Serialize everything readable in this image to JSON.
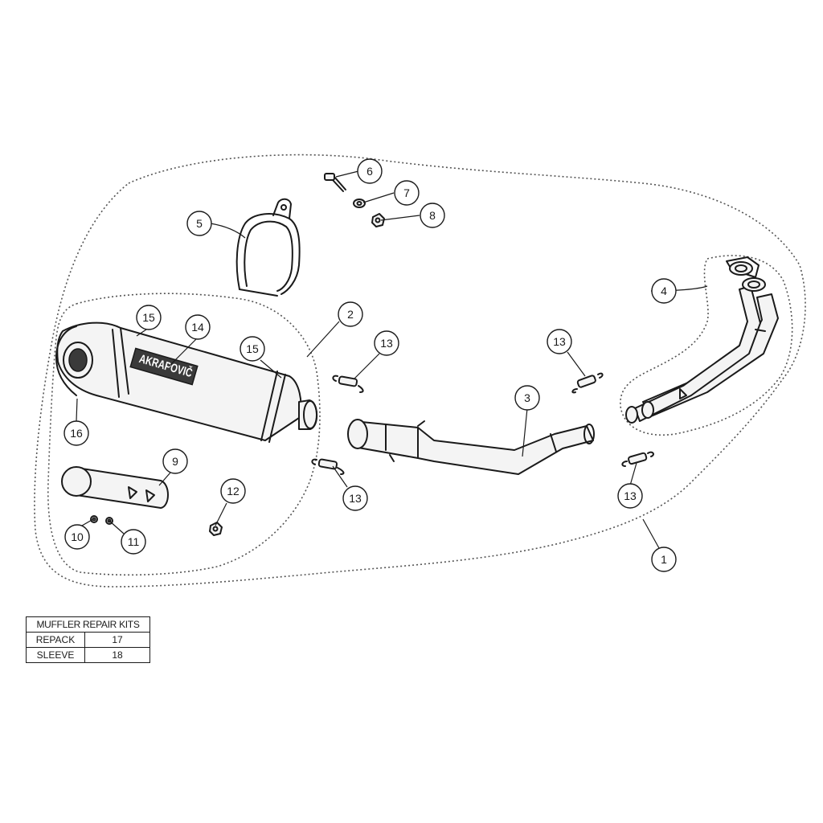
{
  "callouts": [
    {
      "id": "c1",
      "label": "1"
    },
    {
      "id": "c2",
      "label": "2"
    },
    {
      "id": "c3",
      "label": "3"
    },
    {
      "id": "c4",
      "label": "4"
    },
    {
      "id": "c5",
      "label": "5"
    },
    {
      "id": "c6",
      "label": "6"
    },
    {
      "id": "c7",
      "label": "7"
    },
    {
      "id": "c8",
      "label": "8"
    },
    {
      "id": "c9",
      "label": "9"
    },
    {
      "id": "c10",
      "label": "10"
    },
    {
      "id": "c11",
      "label": "11"
    },
    {
      "id": "c12",
      "label": "12"
    },
    {
      "id": "c13a",
      "label": "13"
    },
    {
      "id": "c13b",
      "label": "13"
    },
    {
      "id": "c13c",
      "label": "13"
    },
    {
      "id": "c13d",
      "label": "13"
    },
    {
      "id": "c14",
      "label": "14"
    },
    {
      "id": "c15a",
      "label": "15"
    },
    {
      "id": "c15b",
      "label": "15"
    },
    {
      "id": "c16",
      "label": "16"
    }
  ],
  "muffler_brand_text": "AKRAPOVIČ",
  "repair_kits": {
    "title": "MUFFLER REPAIR KITS",
    "rows": [
      {
        "name": "REPACK",
        "ref": "17"
      },
      {
        "name": "SLEEVE",
        "ref": "18"
      }
    ]
  }
}
